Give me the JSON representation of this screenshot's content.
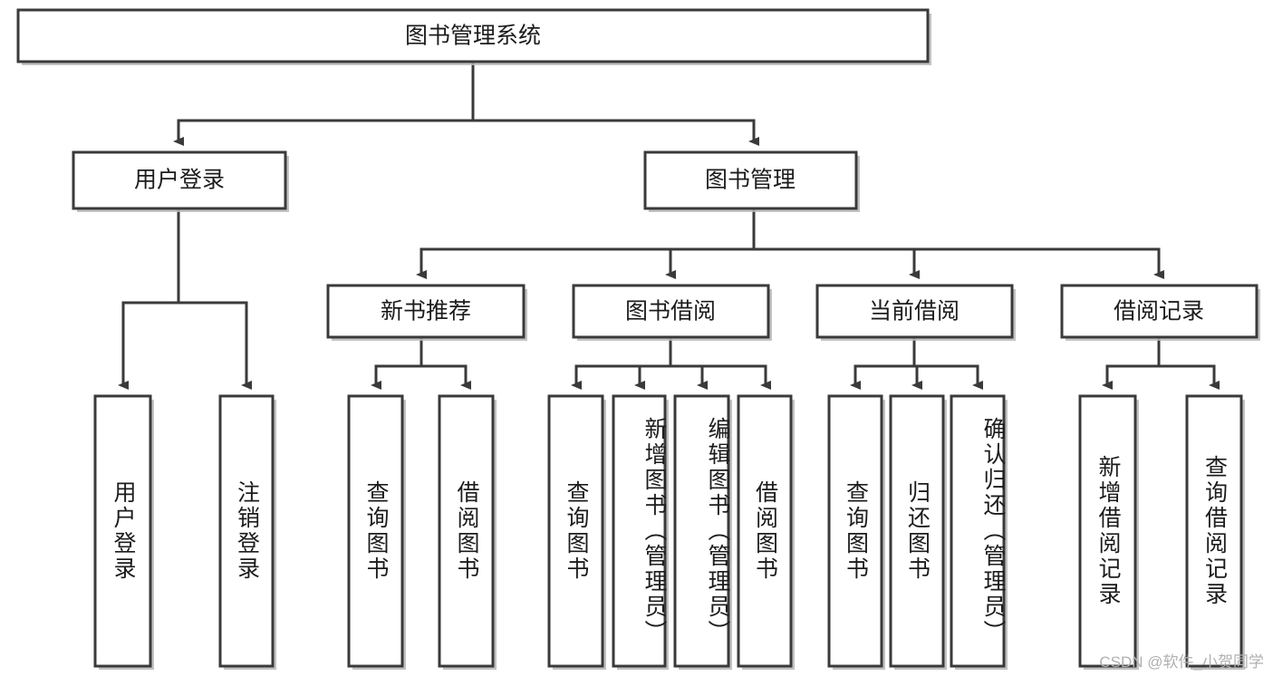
{
  "diagram": {
    "title": "图书管理系统",
    "type": "tree",
    "watermark": "CSDN @软件_小贺同学",
    "colors": {
      "box_stroke": "#3a3a3a",
      "box_fill": "#ffffff",
      "text": "#1c1c1c",
      "watermark": "#b0b0b0",
      "background": "#ffffff"
    },
    "nodes": {
      "root": {
        "label": "图书管理系统",
        "orientation": "horizontal"
      },
      "level2": [
        {
          "id": "user-login",
          "label": "用户登录",
          "orientation": "horizontal"
        },
        {
          "id": "book-manage",
          "label": "图书管理",
          "orientation": "horizontal"
        }
      ],
      "level3": [
        {
          "id": "new-book-recommend",
          "label": "新书推荐",
          "orientation": "horizontal"
        },
        {
          "id": "book-borrow",
          "label": "图书借阅",
          "orientation": "horizontal"
        },
        {
          "id": "current-borrow",
          "label": "当前借阅",
          "orientation": "horizontal"
        },
        {
          "id": "borrow-record",
          "label": "借阅记录",
          "orientation": "horizontal"
        }
      ],
      "leaves": [
        {
          "id": "leaf-user-login",
          "parent": "user-login",
          "label": "用户登录",
          "orientation": "vertical"
        },
        {
          "id": "leaf-user-logout",
          "parent": "user-login",
          "label": "注销登录",
          "orientation": "vertical"
        },
        {
          "id": "leaf-query-book-1",
          "parent": "new-book-recommend",
          "label": "查询图书",
          "orientation": "vertical"
        },
        {
          "id": "leaf-borrow-book-1",
          "parent": "new-book-recommend",
          "label": "借阅图书",
          "orientation": "vertical"
        },
        {
          "id": "leaf-query-book-2",
          "parent": "book-borrow",
          "label": "查询图书",
          "orientation": "vertical"
        },
        {
          "id": "leaf-add-book",
          "parent": "book-borrow",
          "label": "新增图书（管理员）",
          "orientation": "vertical"
        },
        {
          "id": "leaf-edit-book",
          "parent": "book-borrow",
          "label": "编辑图书（管理员）",
          "orientation": "vertical"
        },
        {
          "id": "leaf-borrow-book-2",
          "parent": "book-borrow",
          "label": "借阅图书",
          "orientation": "vertical"
        },
        {
          "id": "leaf-query-book-3",
          "parent": "current-borrow",
          "label": "查询图书",
          "orientation": "vertical"
        },
        {
          "id": "leaf-return-book",
          "parent": "current-borrow",
          "label": "归还图书",
          "orientation": "vertical"
        },
        {
          "id": "leaf-confirm-return",
          "parent": "current-borrow",
          "label": "确认归还（管理员）",
          "orientation": "vertical"
        },
        {
          "id": "leaf-add-record",
          "parent": "borrow-record",
          "label": "新增借阅记录",
          "orientation": "vertical"
        },
        {
          "id": "leaf-query-record",
          "parent": "borrow-record",
          "label": "查询借阅记录",
          "orientation": "vertical"
        }
      ]
    }
  }
}
